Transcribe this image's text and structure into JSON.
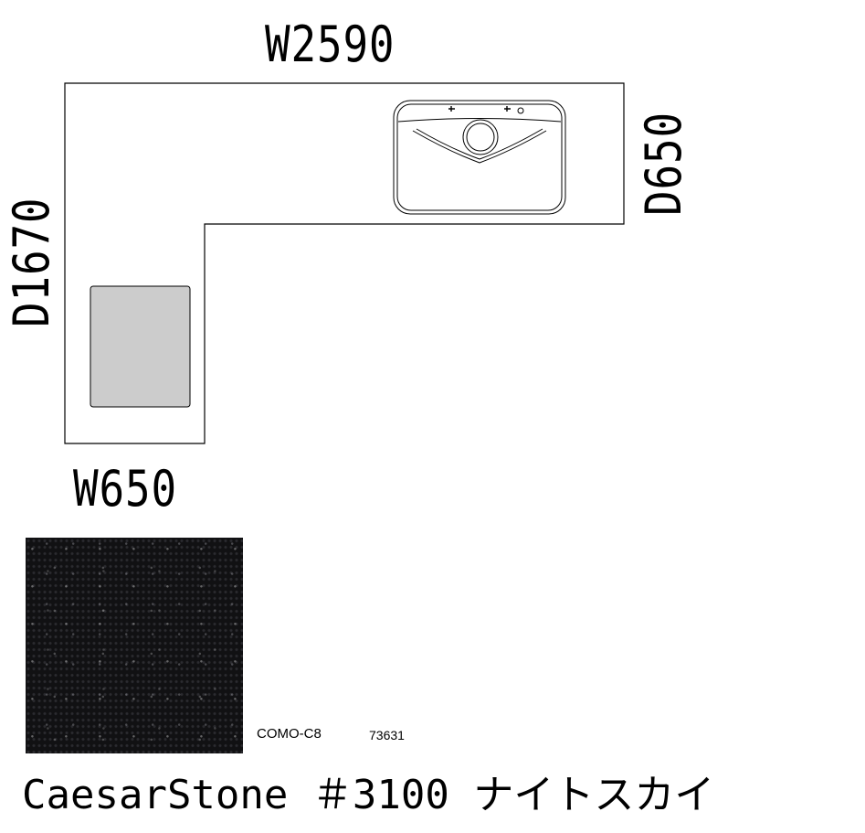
{
  "dimensions": {
    "top_width": "W2590",
    "bottom_width": "W650",
    "left_depth": "D1670",
    "right_depth": "D650"
  },
  "material": {
    "product_code": "COMO-C8",
    "product_number": "73631",
    "caption": "CaesarStone ＃3100 ナイトスカイ",
    "swatch_color": "#111113"
  }
}
